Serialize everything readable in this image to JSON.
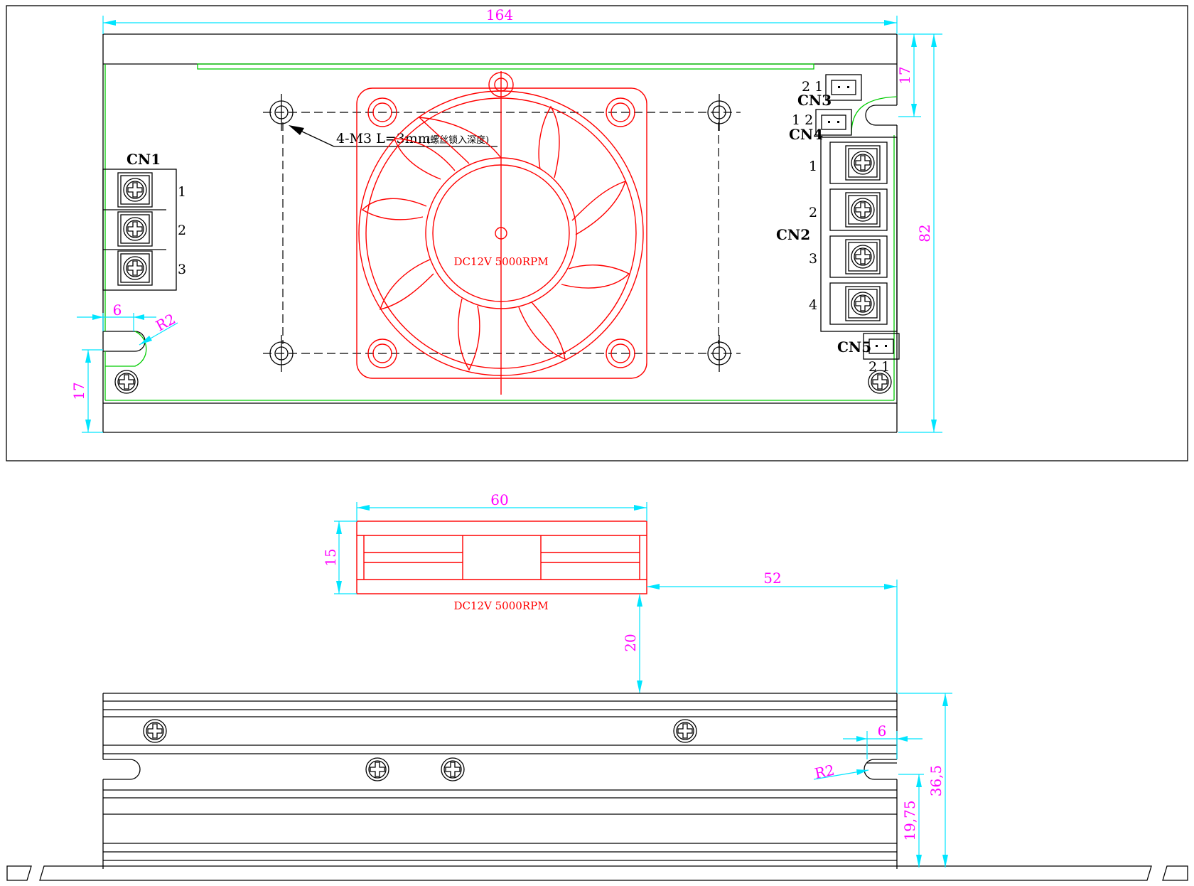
{
  "dimensions": {
    "width_164": "164",
    "height_82": "82",
    "top_17": "17",
    "bottom_17": "17",
    "slot_6_top": "6",
    "radius_top": "R2",
    "fan_width_60": "60",
    "fan_height_15": "15",
    "offset_52": "52",
    "gap_20": "20",
    "slot_6_side": "6",
    "radius_side": "R2",
    "height_36_5": "36,5",
    "height_19_75": "19,75"
  },
  "labels": {
    "cn1": "CN1",
    "cn2": "CN2",
    "cn3": "CN3",
    "cn4": "CN4",
    "cn5": "CN5",
    "cn1_pins": [
      "1",
      "2",
      "3"
    ],
    "cn2_pins": [
      "1",
      "2",
      "3",
      "4"
    ],
    "cn3_pins": "2 1",
    "cn4_pins": "1 2",
    "cn5_pins": "2  1",
    "mount_note_main": "4-M3  L=3mm",
    "mount_note_sub": "(螺丝锁入深度)"
  },
  "fan": {
    "spec_top": "DC12V  5000RPM",
    "spec_side": "DC12V  5000RPM"
  },
  "colors": {
    "outline": "#000000",
    "fan": "#ff0000",
    "dimension_line": "#00e5ff",
    "dimension_text": "#ff00ff",
    "pcb": "#00cc00"
  }
}
